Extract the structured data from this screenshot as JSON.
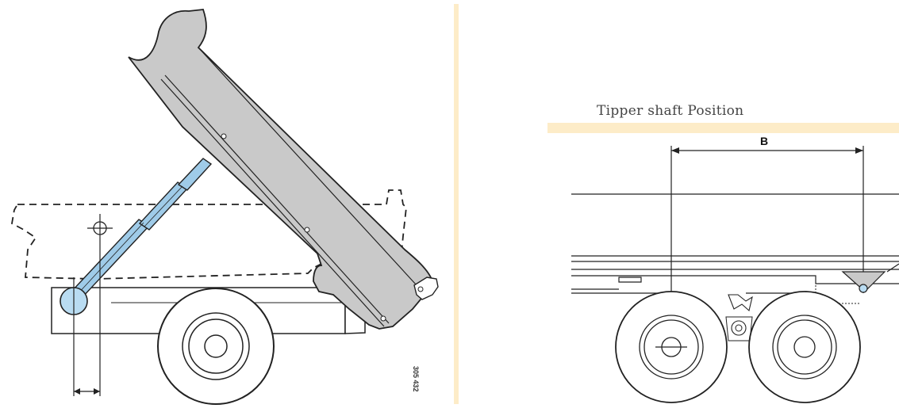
{
  "left_diagram": {
    "drawing_number": "305 432"
  },
  "right_diagram": {
    "title": "Tipper shaft Position",
    "dimension_label": "B"
  },
  "colors": {
    "body_fill": "#c9c9c9",
    "cylinder_fill": "#9fcbe8",
    "accent_band": "#fdecc8",
    "line": "#222222",
    "pivot_fill": "#b9dcf2"
  }
}
